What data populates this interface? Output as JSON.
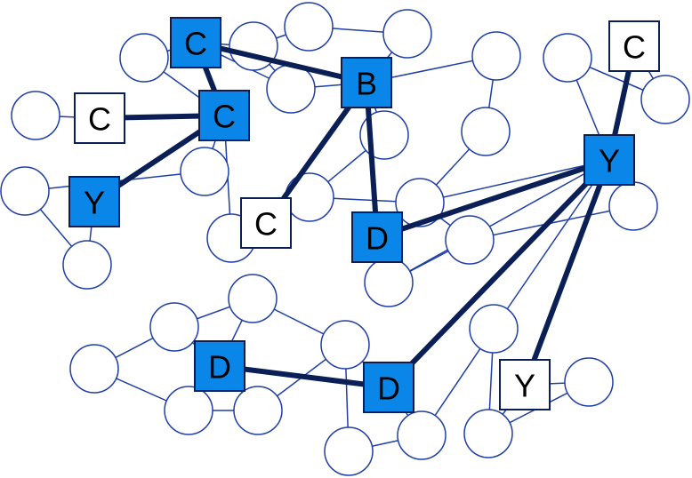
{
  "colors": {
    "edge_thin": "#1f3fa6",
    "edge_thick": "#0b1f57",
    "circle_fill": "#ffffff",
    "circle_stroke": "#1f3fa6",
    "box_highlight": "#0a86e8",
    "box_plain": "#ffffff",
    "box_border": "#0b1f57",
    "label": "#000000"
  },
  "boxes": [
    {
      "id": "b1",
      "label": "C",
      "highlighted": true
    },
    {
      "id": "b2",
      "label": "C",
      "highlighted": true
    },
    {
      "id": "b3",
      "label": "B",
      "highlighted": true
    },
    {
      "id": "b4",
      "label": "C",
      "highlighted": false
    },
    {
      "id": "b5",
      "label": "Y",
      "highlighted": true
    },
    {
      "id": "b6",
      "label": "C",
      "highlighted": false
    },
    {
      "id": "b7",
      "label": "D",
      "highlighted": true
    },
    {
      "id": "b8",
      "label": "C",
      "highlighted": false
    },
    {
      "id": "b9",
      "label": "Y",
      "highlighted": true
    },
    {
      "id": "b10",
      "label": "D",
      "highlighted": true
    },
    {
      "id": "b11",
      "label": "D",
      "highlighted": true
    },
    {
      "id": "b12",
      "label": "Y",
      "highlighted": false
    }
  ],
  "highlighted_edges": [
    [
      "b1",
      "b2"
    ],
    [
      "b1",
      "b3"
    ],
    [
      "b4",
      "b2"
    ],
    [
      "b5",
      "b2"
    ],
    [
      "b3",
      "b6"
    ],
    [
      "b3",
      "b7"
    ],
    [
      "b8",
      "b9"
    ],
    [
      "b9",
      "b7"
    ],
    [
      "b9",
      "b11"
    ],
    [
      "b9",
      "b12"
    ],
    [
      "b10",
      "b11"
    ]
  ]
}
